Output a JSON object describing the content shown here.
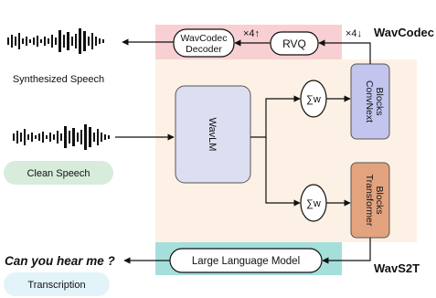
{
  "diagram": {
    "decoder_label_line1": "WavCodec",
    "decoder_label_line2": "Decoder",
    "rvq_label": "RVQ",
    "times4_upper": "×4↑",
    "times4_lower": "×4↓",
    "wavcodec_title": "WavCodec",
    "convnext_line1": "ConvNext",
    "convnext_line2": "Blocks",
    "wavlm_label": "WavLM",
    "sum_w_top": "∑w",
    "sum_w_bottom": "∑w",
    "transformer_line1": "Transformer",
    "transformer_line2": "Blocks",
    "llm_label": "Large Language Model",
    "wavs2t_title": "WavS2T",
    "synthesized_speech": "Synthesized Speech",
    "clean_speech": "Clean Speech",
    "transcription_text": "Can you hear me ?",
    "transcription_label": "Transcription"
  },
  "colors": {
    "codec_band": "#f8d0d3",
    "background_panel": "#fdf1e5",
    "wavlm": "#dcdff2",
    "convnext": "#c3c5ee",
    "transformer": "#e4a37f",
    "llm_band": "#a5dfdc",
    "clean_speech_pill": "#d7ecdb",
    "transcription_pill": "#e2f3fa"
  }
}
